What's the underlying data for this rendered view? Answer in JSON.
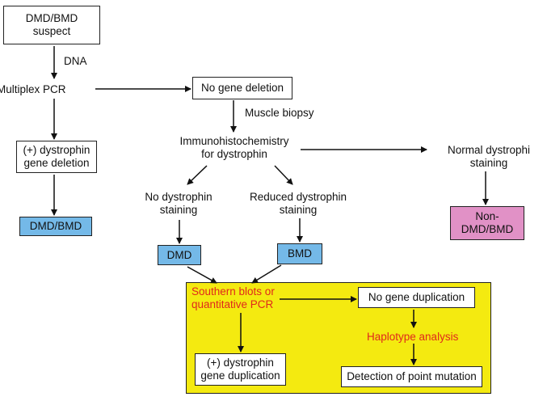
{
  "colors": {
    "blue_box": "#74b9e8",
    "pink_box": "#e191c6",
    "yellow_panel": "#f4ea10",
    "red_text": "#e0281c"
  },
  "nodes": {
    "suspect": [
      "DMD/BMD",
      "suspect"
    ],
    "dna": "DNA",
    "multiplex": "Multiplex PCR",
    "no_deletion": "No gene deletion",
    "muscle_biopsy": "Muscle biopsy",
    "dystrophin_deletion": [
      "(+) dystrophin",
      "gene deletion"
    ],
    "dmd_bmd_result": "DMD/BMD",
    "immuno": [
      "Immunohistochemistry",
      "for dystrophin"
    ],
    "normal": [
      "Normal dystrophi",
      "staining"
    ],
    "non_dmd": [
      "Non-",
      "DMD/BMD"
    ],
    "no_dystrophin": [
      "No dystrophin",
      "staining"
    ],
    "reduced": [
      "Reduced dystrophin",
      "staining"
    ],
    "dmd": "DMD",
    "bmd": "BMD",
    "southern": [
      "Southern blots or",
      "quantitative PCR"
    ],
    "no_duplication": "No gene duplication",
    "haplotype": "Haplotype analysis",
    "duplication": [
      "(+) dystrophin",
      "gene duplication"
    ],
    "point_mutation": "Detection of point mutation"
  }
}
